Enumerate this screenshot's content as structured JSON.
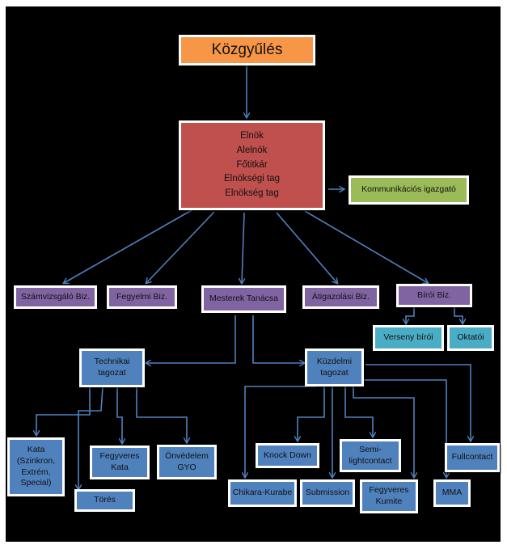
{
  "colors": {
    "background": "#000000",
    "connector": "#4f81bd",
    "orange": "#f79646",
    "red": "#c0504d",
    "green": "#9bbb59",
    "purple": "#8064a2",
    "blue": "#4f81bd",
    "teal": "#4bacc6"
  },
  "nodes": {
    "kozgyules": "Közgyűlés",
    "leadership": "Elnök\nAlelnök\nFőtitkár\nElnökségi tag\nElnökség tag",
    "kommunikacio": "Kommunikációs igazgató",
    "szamvizsgalo": "Számvizsgáló Biz.",
    "fegyelmi": "Fegyelmi Biz.",
    "mesterek": "Mesterek Tanácsa",
    "atigazolasi": "Átigazolási Biz.",
    "biroi": "Bírói Biz.",
    "verseny_biroi": "Verseny bírói",
    "oktatoi": "Oktatói",
    "technikai": "Technikai\ntagozat",
    "kuzdelmi": "Küzdelmi\ntagozat",
    "kata": "Kata\n(Szinkron,\nExtrém,\nSpecial)",
    "fegyveres_kata": "Fegyveres\nKata",
    "onvedelem": "Önvédelem\nGYO",
    "tores": "Törés",
    "knock_down": "Knock Down",
    "semi": "Semi-\nlightcontact",
    "fullcontact": "Fullcontact",
    "chikara": "Chikara-Kurabe",
    "submission": "Submission",
    "fegyveres_kumite": "Fegyveres\nKumite",
    "mma": "MMA"
  }
}
